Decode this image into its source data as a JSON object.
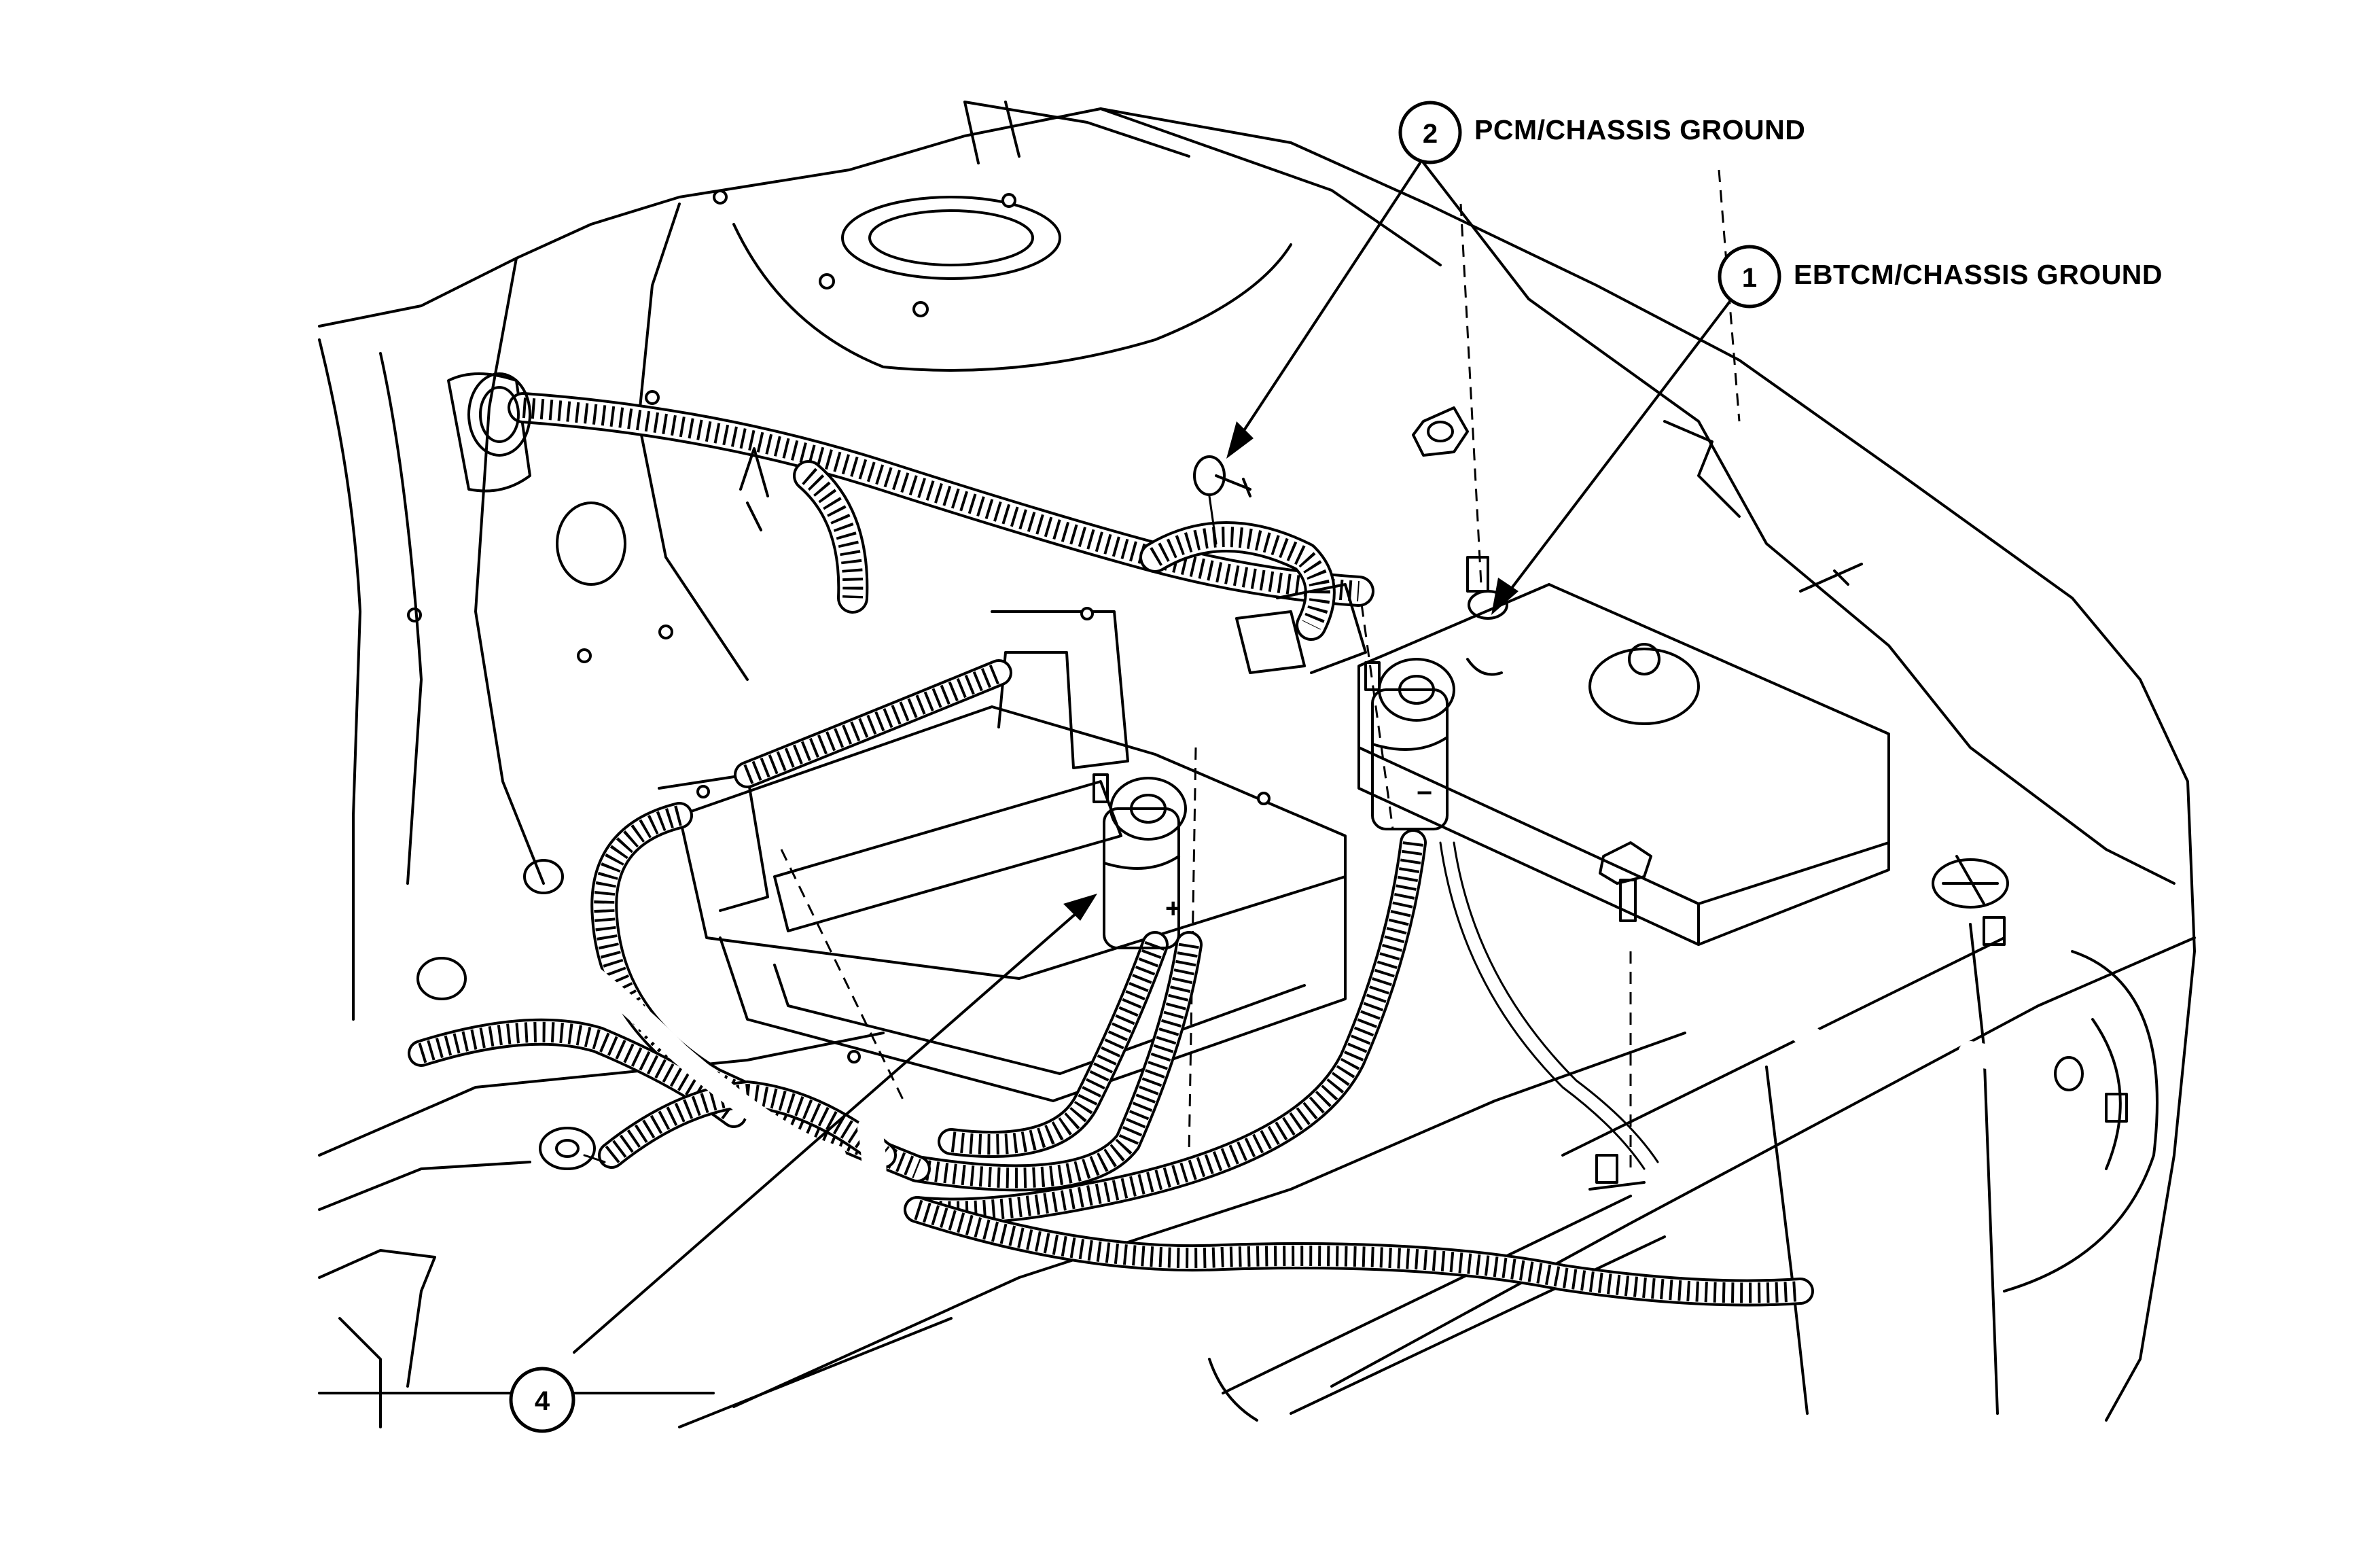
{
  "callouts": [
    {
      "number": "1",
      "label": "EBTCM/CHASSIS GROUND"
    },
    {
      "number": "2",
      "label": "PCM/CHASSIS GROUND"
    },
    {
      "number": "4",
      "label": ""
    }
  ],
  "terminals": {
    "positive": "+",
    "negative": "−"
  }
}
